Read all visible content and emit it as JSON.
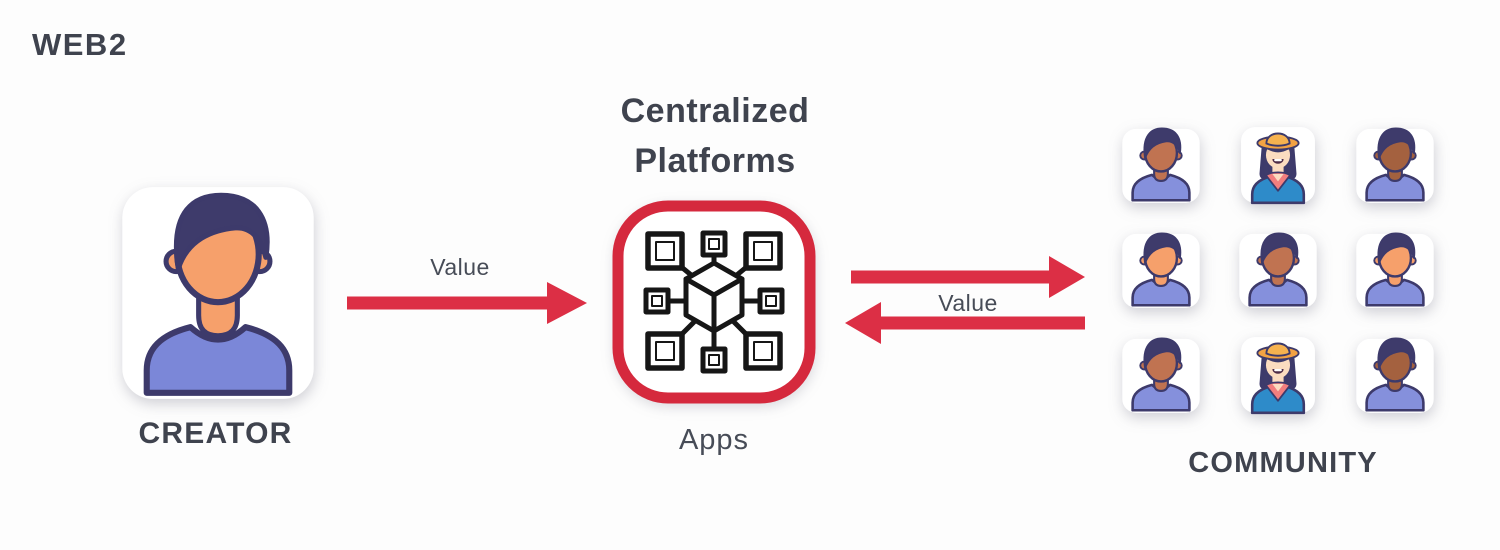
{
  "page": {
    "background": "#fdfdfd"
  },
  "palette": {
    "bg": "#fdfdfd",
    "text_dark": "#3F434E",
    "red": "#DC2F45",
    "red_border": "#D5293D",
    "ink": "#161616",
    "hair_navy": "#3E3B6B",
    "outline_navy": "#3D3A6B",
    "shirt_periwinkle": "#8590DC",
    "shirt_creator": "#7B87D8",
    "skin_orange": "#F6A06B",
    "skin_tan": "#C07351",
    "skin_dark": "#A4613F",
    "skin_light": "#FBDCC0",
    "hat_orange": "#F2A243",
    "hat_crown": "#F6B24F",
    "woman_shirt_blue": "#2E8BC9",
    "woman_collar_pink": "#F27E7E"
  },
  "header": {
    "era_label": "WEB2"
  },
  "creator": {
    "label": "CREATOR",
    "icon": "creator-avatar-icon"
  },
  "platform": {
    "title_line1": "Centralized",
    "title_line2": "Platforms",
    "caption": "Apps",
    "icon": "network-cube-icon"
  },
  "flows": {
    "creator_to_platform": {
      "label": "Value",
      "direction": "right"
    },
    "platform_to_community": {
      "label": "Value",
      "directions": [
        "right",
        "left"
      ]
    }
  },
  "community": {
    "label": "COMMUNITY",
    "members": [
      {
        "type": "man",
        "skin": "tan"
      },
      {
        "type": "woman",
        "skin": "light"
      },
      {
        "type": "man",
        "skin": "dark"
      },
      {
        "type": "man",
        "skin": "orange"
      },
      {
        "type": "man",
        "skin": "tan"
      },
      {
        "type": "man",
        "skin": "orange"
      },
      {
        "type": "man",
        "skin": "tan"
      },
      {
        "type": "woman",
        "skin": "light"
      },
      {
        "type": "man",
        "skin": "dark"
      }
    ]
  }
}
